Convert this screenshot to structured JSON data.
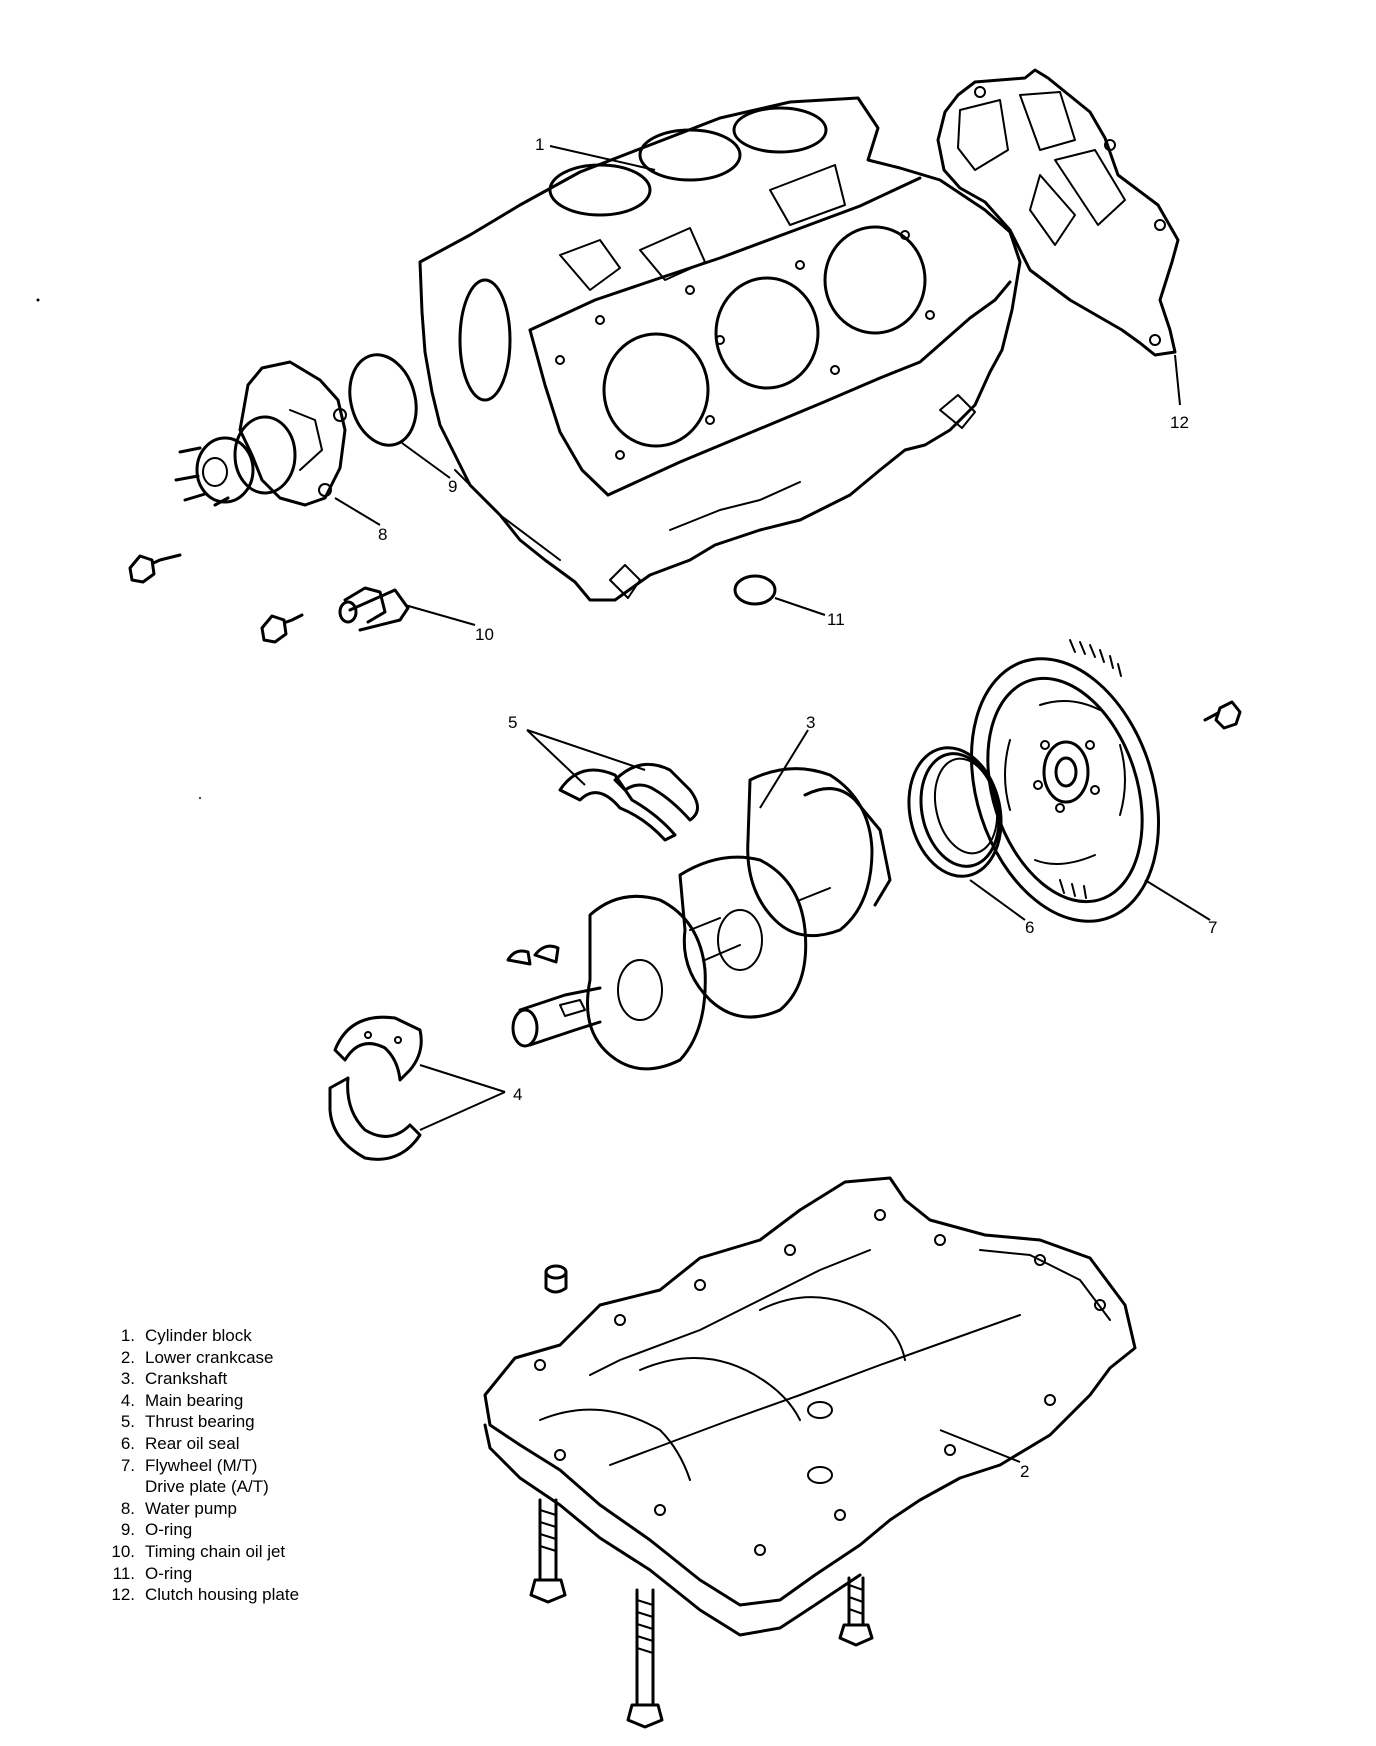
{
  "callouts": {
    "c1": "1",
    "c2": "2",
    "c3": "3",
    "c4": "4",
    "c5": "5",
    "c6": "6",
    "c7": "7",
    "c8": "8",
    "c9": "9",
    "c10": "10",
    "c11": "11",
    "c12": "12"
  },
  "legend": [
    {
      "num": "1.",
      "label": "Cylinder block"
    },
    {
      "num": "2.",
      "label": "Lower crankcase"
    },
    {
      "num": "3.",
      "label": "Crankshaft"
    },
    {
      "num": "4.",
      "label": "Main bearing"
    },
    {
      "num": "5.",
      "label": "Thrust bearing"
    },
    {
      "num": "6.",
      "label": "Rear oil seal"
    },
    {
      "num": "7.",
      "label": "Flywheel (M/T)"
    },
    {
      "num": "",
      "label": "Drive plate (A/T)"
    },
    {
      "num": "8.",
      "label": "Water pump"
    },
    {
      "num": "9.",
      "label": "O-ring"
    },
    {
      "num": "10.",
      "label": "Timing chain oil jet"
    },
    {
      "num": "11.",
      "label": "O-ring"
    },
    {
      "num": "12.",
      "label": "Clutch housing plate"
    }
  ]
}
